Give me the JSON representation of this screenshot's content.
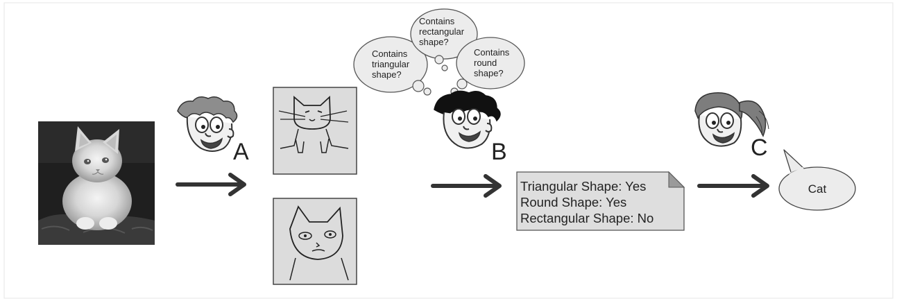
{
  "thoughts": [
    {
      "lines": [
        "Contains",
        "triangular",
        "shape?"
      ]
    },
    {
      "lines": [
        "Contains",
        "rectangular",
        "shape?"
      ]
    },
    {
      "lines": [
        "Contains",
        "round",
        "shape?"
      ]
    }
  ],
  "letters": {
    "a": "A",
    "b": "B",
    "c": "C"
  },
  "note": {
    "lines": [
      "Triangular Shape: Yes",
      "Round Shape: Yes",
      "Rectangular Shape: No"
    ]
  },
  "speech": {
    "text": "Cat"
  },
  "colors": {
    "panel_fill": "#dcdcdc",
    "note_fill": "#dedede",
    "bubble_fill": "#ececec",
    "ink": "#333333"
  }
}
